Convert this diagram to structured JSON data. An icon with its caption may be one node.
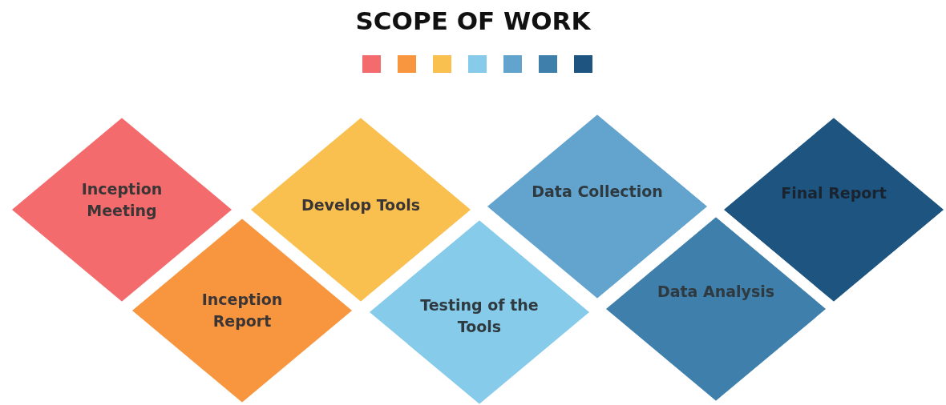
{
  "diagram": {
    "title": "SCOPE OF WORK",
    "nodes": [
      {
        "text": [
          "Inception Meeting"
        ]
      },
      {
        "text": [
          "Inception Report"
        ]
      },
      {
        "text": [
          "Develop Tools"
        ]
      },
      {
        "text": [
          "Testing of the Tools"
        ]
      },
      {
        "text": [
          "Data Collection"
        ]
      },
      {
        "text": [
          "Data Analysis"
        ]
      },
      {
        "text": [
          "Final Report"
        ]
      }
    ]
  }
}
